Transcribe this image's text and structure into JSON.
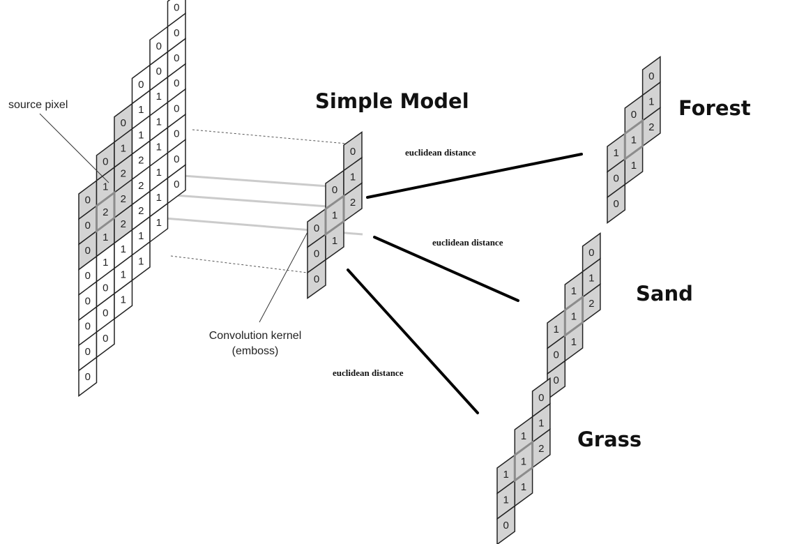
{
  "title": "Simple Model",
  "source_pixel_label": "source pixel",
  "kernel_label_line1": "Convolution kernel",
  "kernel_label_line2": "(emboss)",
  "distance_label": "euclidean distance",
  "source_grid": [
    [
      "",
      "",
      "",
      "",
      "",
      "0"
    ],
    [
      "",
      "",
      "",
      "",
      "0",
      "0"
    ],
    [
      "",
      "",
      "",
      "0",
      "0",
      "0"
    ],
    [
      "",
      "",
      "0",
      "1",
      "1",
      "0"
    ],
    [
      "",
      "0",
      "1",
      "1",
      "1",
      "0"
    ],
    [
      "0",
      "1",
      "2",
      "2",
      "1",
      "0"
    ],
    [
      "0",
      "2",
      "2",
      "2",
      "1",
      "0"
    ],
    [
      "0",
      "1",
      "2",
      "2",
      "1",
      "0"
    ],
    [
      "0",
      "1",
      "1",
      "1",
      "1",
      ""
    ],
    [
      "0",
      "0",
      "1",
      "1",
      "",
      ""
    ],
    [
      "0",
      "0",
      "1",
      "",
      "",
      ""
    ],
    [
      "0",
      "0",
      "",
      "",
      "",
      ""
    ],
    [
      "0",
      "",
      "",
      "",
      "",
      ""
    ]
  ],
  "kernel_grid": [
    [
      "",
      "",
      "0"
    ],
    [
      "",
      "0",
      "1"
    ],
    [
      "0",
      "1",
      "2"
    ],
    [
      "0",
      "1",
      ""
    ],
    [
      "0",
      "",
      ""
    ]
  ],
  "classes": [
    {
      "name": "Forest",
      "grid": [
        [
          "",
          "",
          "0"
        ],
        [
          "",
          "0",
          "1"
        ],
        [
          "1",
          "1",
          "2"
        ],
        [
          "0",
          "1",
          ""
        ],
        [
          "0",
          "",
          ""
        ]
      ]
    },
    {
      "name": "Sand",
      "grid": [
        [
          "",
          "",
          "0"
        ],
        [
          "",
          "1",
          "1"
        ],
        [
          "1",
          "1",
          "2"
        ],
        [
          "0",
          "1",
          ""
        ],
        [
          "0",
          "",
          ""
        ]
      ]
    },
    {
      "name": "Grass",
      "grid": [
        [
          "",
          "",
          "0"
        ],
        [
          "",
          "1",
          "1"
        ],
        [
          "1",
          "1",
          "2"
        ],
        [
          "1",
          "1",
          ""
        ],
        [
          "0",
          "",
          ""
        ]
      ]
    }
  ],
  "colors": {
    "cell_fill": "#d3d3d3",
    "cell_stroke": "#222222",
    "highlight": "#8c8c8c",
    "line": "#000000"
  }
}
